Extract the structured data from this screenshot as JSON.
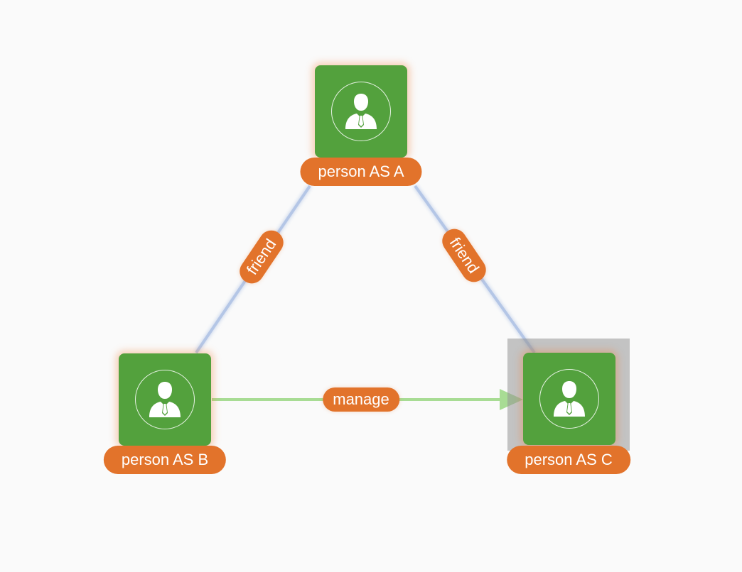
{
  "colors": {
    "node_fill": "#53a13d",
    "label_fill": "#e2732b",
    "friend_edge": "#b4c6e6",
    "manage_edge": "#a8dc94",
    "background": "#fafafa"
  },
  "nodes": [
    {
      "id": "a",
      "label": "person AS A",
      "icon": "person-icon"
    },
    {
      "id": "b",
      "label": "person AS B",
      "icon": "person-icon"
    },
    {
      "id": "c",
      "label": "person AS C",
      "icon": "person-icon",
      "selected": true
    }
  ],
  "edges": [
    {
      "from": "a",
      "to": "b",
      "label": "friend",
      "directed": false
    },
    {
      "from": "a",
      "to": "c",
      "label": "friend",
      "directed": false
    },
    {
      "from": "b",
      "to": "c",
      "label": "manage",
      "directed": true
    }
  ]
}
